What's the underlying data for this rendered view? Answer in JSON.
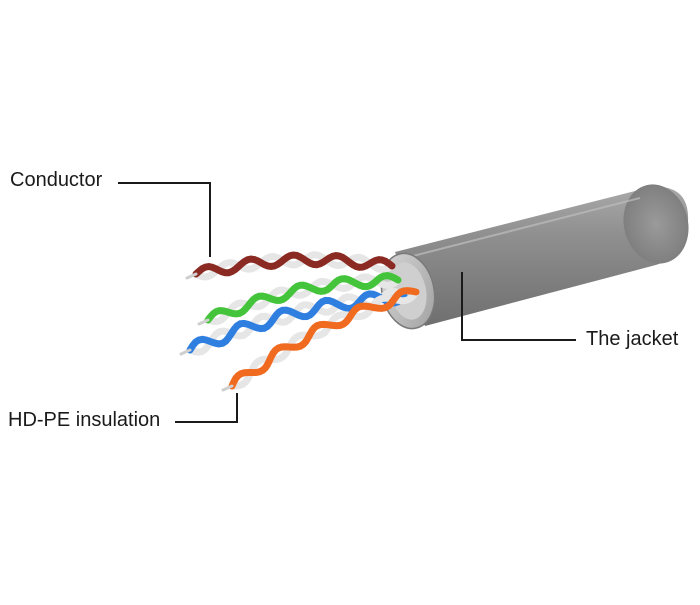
{
  "diagram": {
    "labels": {
      "conductor": "Conductor",
      "jacket": "The jacket",
      "insulation": "HD-PE insulation"
    },
    "pairs": [
      {
        "color": "brown",
        "hex": "#8a2a22"
      },
      {
        "color": "green",
        "hex": "#43c43a"
      },
      {
        "color": "blue",
        "hex": "#2f7fe0"
      },
      {
        "color": "orange",
        "hex": "#f06a1f"
      }
    ],
    "colors": {
      "jacket": "#8e8e8e",
      "stripe": "#e6e6e6",
      "leader_line": "#1a1a1a"
    }
  }
}
